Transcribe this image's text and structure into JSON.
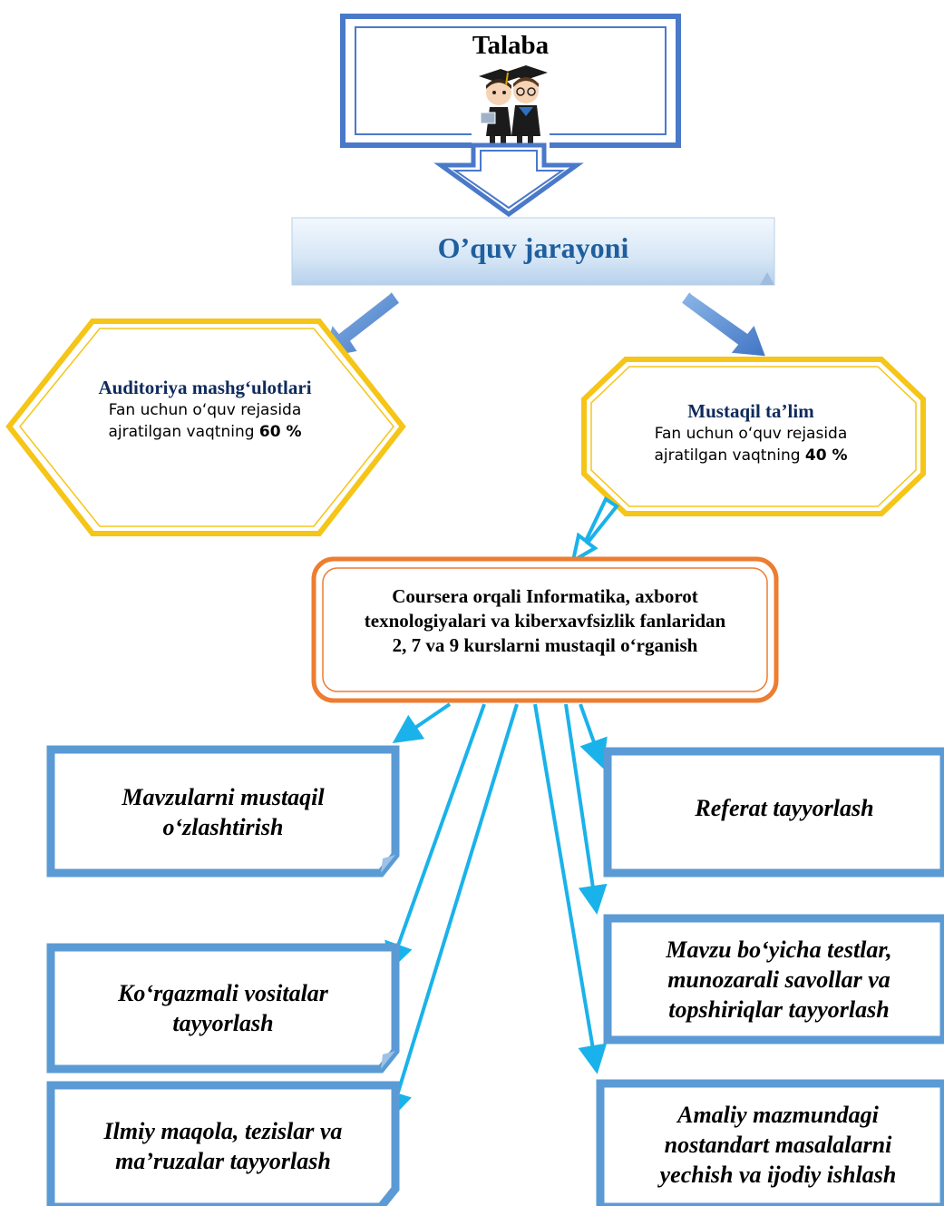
{
  "student": {
    "title": "Talaba",
    "image_icon": "graduate-students-icon"
  },
  "process": {
    "title": "O’quv jarayoni"
  },
  "auditorium": {
    "title": "Auditoriya mashg‘ulotlari",
    "body": "Fan uchun o‘quv rejasida ajratilgan vaqtning",
    "percent": "60 %"
  },
  "independent": {
    "title": "Mustaqil ta’lim",
    "body": "Fan uchun o‘quv rejasida ajratilgan vaqtning",
    "percent": "40 %"
  },
  "coursera": {
    "text": "Coursera orqali Informatika, axborot texnologiyalari va kiberxavfsizlik fanlaridan 2, 7 va 9 kurslarni mustaqil o‘rganish"
  },
  "tasks": {
    "left_1": "Mavzularni mustaqil o‘zlashtirish",
    "left_2": "Ko‘rgazmali vositalar tayyorlash",
    "left_3": "Ilmiy maqola, tezislar va ma’ruzalar tayyorlash",
    "right_1": "Referat tayyorlash",
    "right_2": "Mavzu bo‘yicha testlar, munozarali savollar va topshiriqlar tayyorlash",
    "right_3": "Amaliy mazmundagi nostandart masalalarni yechish va ijodiy ishlash"
  },
  "colors": {
    "blue_frame": "#4a79c9",
    "hex_gold": "#f5c518",
    "coursera_orange": "#ed7d31",
    "task_blue": "#5b9bd5",
    "arrow_cyan": "#1ab2ea"
  }
}
